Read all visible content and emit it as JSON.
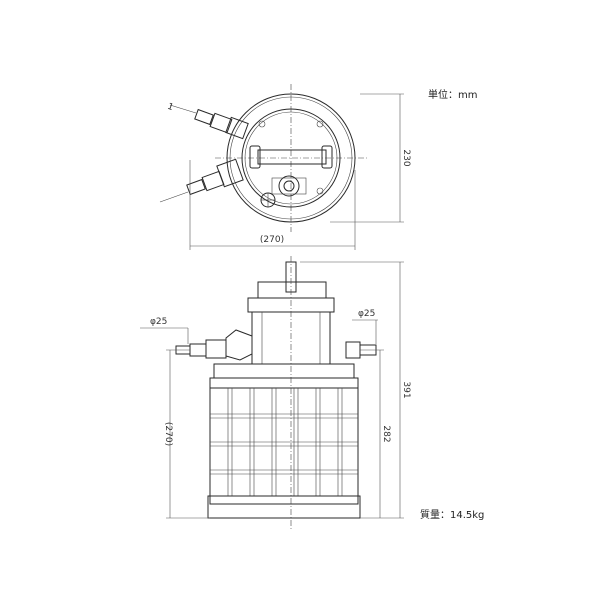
{
  "unit_note": "単位：mm",
  "weight_note": "質量：14.5kg",
  "top_view": {
    "height_dim": "230",
    "width_dim": "(270)"
  },
  "front_view": {
    "left_pipe_dia": "φ25",
    "right_pipe_dia": "φ25",
    "total_height_dim": "391",
    "strainer_height_dim": "282",
    "left_height_dim": "(270)"
  }
}
